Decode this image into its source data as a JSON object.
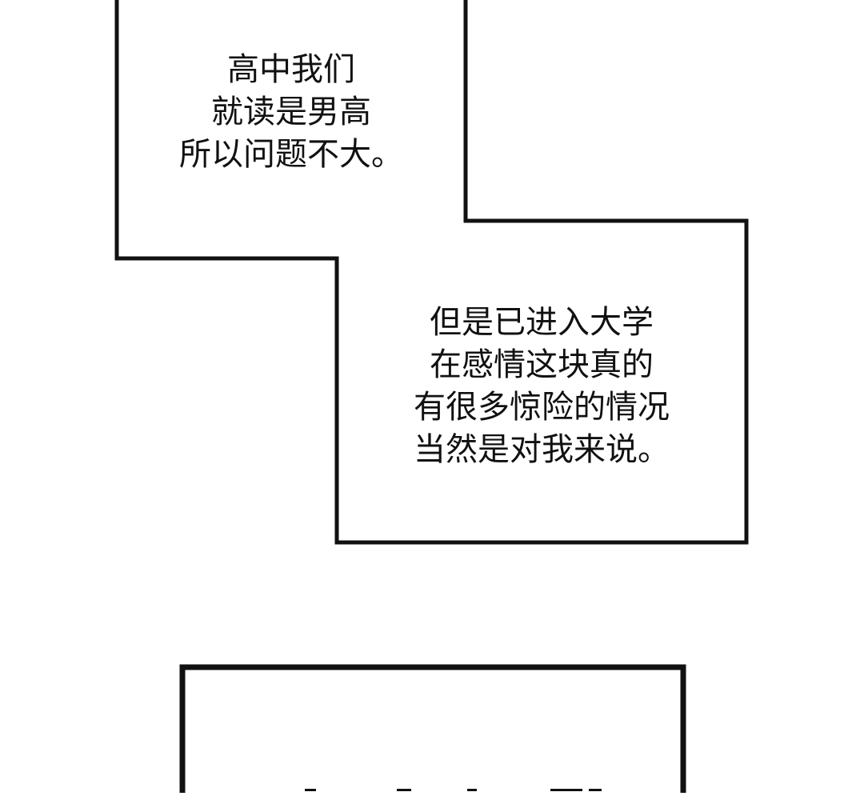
{
  "panels": [
    {
      "lines": [
        "高中我们",
        "就读是男高",
        "所以问题不大。"
      ]
    },
    {
      "lines": [
        "但是已进入大学",
        "在感情这块真的",
        "有很多惊险的情况",
        "当然是对我来说。"
      ]
    }
  ],
  "colors": {
    "background": "#ffffff",
    "border": "#111111",
    "text": "#111111"
  }
}
